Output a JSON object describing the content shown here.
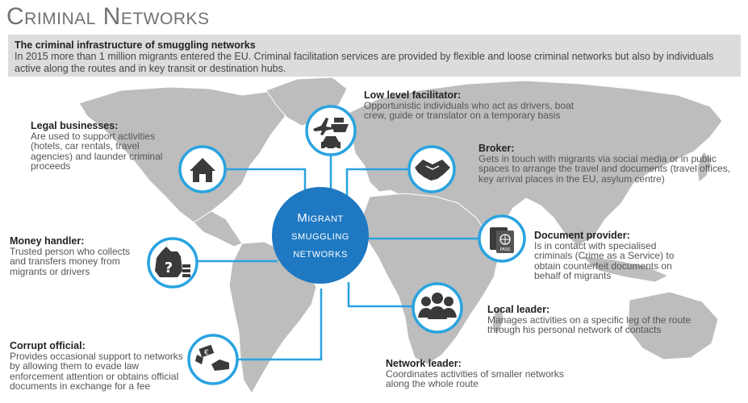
{
  "title": "Criminal Networks",
  "intro": {
    "heading": "The criminal infrastructure of smuggling networks",
    "body": "In 2015 more than 1 million migrants entered the EU. Criminal facilitation services are provided by flexible and loose  criminal networks but also by individuals active along the routes and in key transit or destination hubs."
  },
  "center": {
    "line1": "Migrant",
    "line2": "smuggling",
    "line3": "networks"
  },
  "nodes": {
    "legal": {
      "heading": "Legal businesses:",
      "text": "Are used to support activities (hotels, car rentals, travel agencies) and launder criminal proceeds"
    },
    "low_level": {
      "heading": "Low level facilitator:",
      "text": "Opportunistic individuals who act as drivers, boat crew, guide or translator on a temporary basis"
    },
    "broker": {
      "heading": "Broker:",
      "text": "Gets in touch with migrants via social media or in public spaces to arrange the travel and documents (travel offices,  key arrival places in the EU, asylum centre)"
    },
    "money": {
      "heading": "Money handler:",
      "text": "Trusted person who collects and transfers money from migrants or drivers"
    },
    "document": {
      "heading": "Document provider:",
      "text": "Is in contact with specialised criminals (Crime as a Service) to obtain counterfeit documents on behalf of migrants",
      "pass_label": "PASS"
    },
    "local": {
      "heading": "Local leader:",
      "text": "Manages activities on a specific leg of the route through his personal network of contacts"
    },
    "corrupt": {
      "heading": "Corrupt official:",
      "text": "Provides occasional support to networks by allowing them to evade law enforcement attention or obtains official documents in exchange for a fee",
      "money_symbol": "€"
    },
    "network": {
      "heading": "Network leader:",
      "text": "Coordinates activities of smaller networks along the whole route"
    }
  },
  "colors": {
    "accent": "#29a3e0",
    "center": "#1e78c2",
    "map": "#bdbdbd",
    "icon": "#3a3a3a"
  }
}
